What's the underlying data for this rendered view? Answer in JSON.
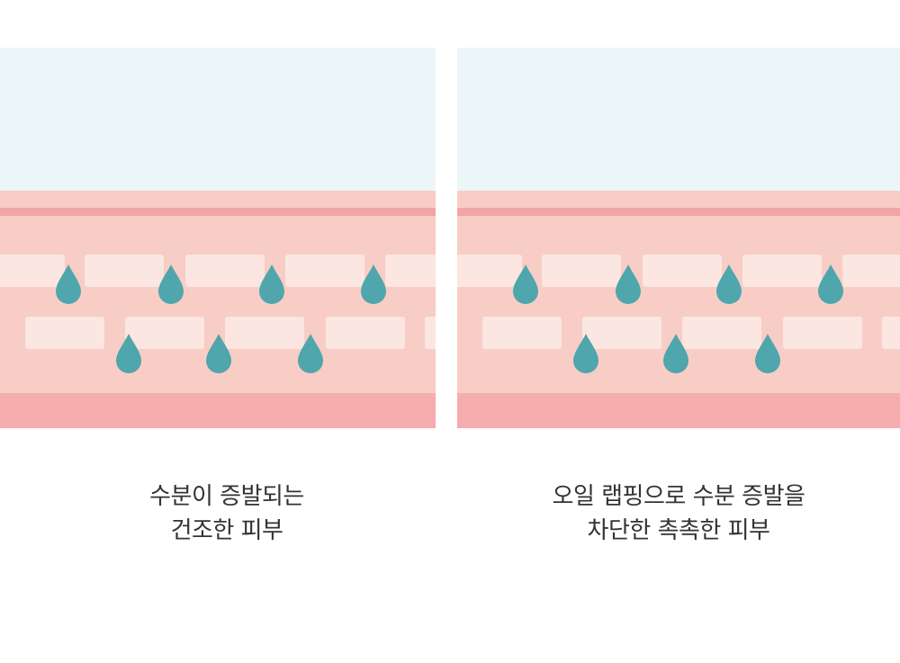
{
  "left": {
    "caption_line1": "수분이 증발되는",
    "caption_line2": "건조한 피부"
  },
  "right": {
    "caption_line1": "오일 랩핑으로 수분 증발을",
    "caption_line2": "차단한 촉촉한 피부"
  },
  "colors": {
    "sky": "#ecf5f7",
    "skin": "#f8cdc6",
    "skin_band": "#f3a4a6",
    "skin_bottom": "#f5adae",
    "cell": "#fbe6e1",
    "drop": "#4fa6ac"
  }
}
